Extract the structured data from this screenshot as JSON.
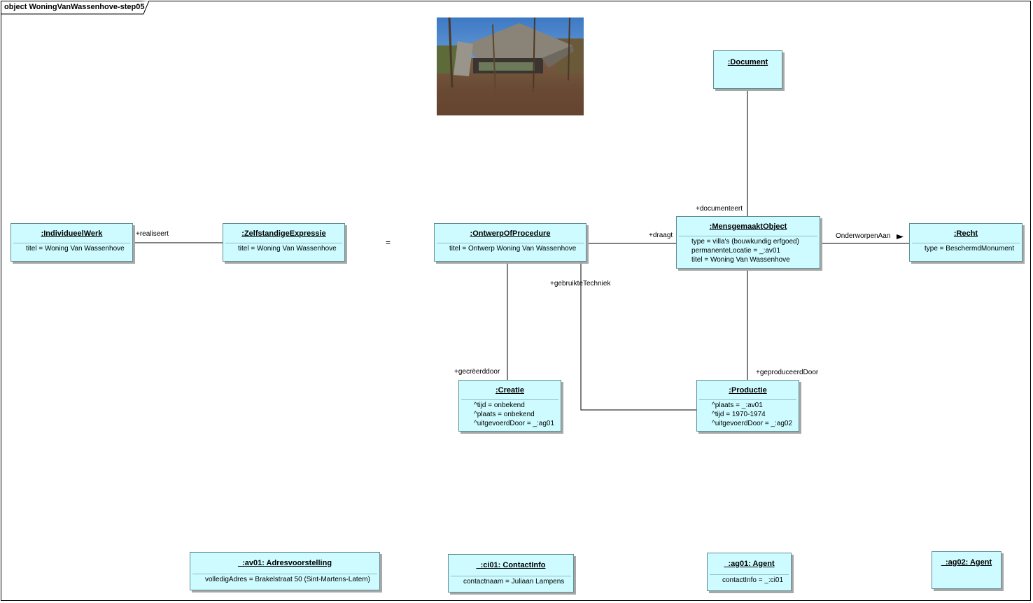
{
  "diagram": {
    "frame_title": "object WoningVanWassenhove-step05",
    "equals_sign": "="
  },
  "objects": {
    "individueelwerk": {
      "name": ":IndividueelWerk",
      "attrs": [
        "titel = Woning Van Wassenhove"
      ]
    },
    "zelfstandige": {
      "name": ":ZelfstandigeExpressie",
      "attrs": [
        "titel = Woning Van Wassenhove"
      ]
    },
    "ontwerp": {
      "name": ":OntwerpOfProcedure",
      "attrs": [
        "titel = Ontwerp Woning Van Wassenhove"
      ]
    },
    "mensgemaakt": {
      "name": ":MensgemaaktObject",
      "attrs": [
        "type = villa's (bouwkundig erfgoed)",
        "permanenteLocatie = _:av01",
        "titel = Woning Van Wassenhove"
      ]
    },
    "recht": {
      "name": ":Recht",
      "attrs": [
        "type = BeschermdMonument"
      ]
    },
    "document": {
      "name": ":Document",
      "attrs": []
    },
    "creatie": {
      "name": ":Creatie",
      "attrs": [
        "^tijd = onbekend",
        "^plaats = onbekend",
        "^uitgevoerdDoor = _:ag01"
      ]
    },
    "productie": {
      "name": ":Productie",
      "attrs": [
        "^plaats = _:av01",
        "^tijd = 1970-1974",
        "^uitgevoerdDoor = _:ag02"
      ]
    },
    "av01": {
      "name": "_:av01: Adresvoorstelling",
      "attrs": [
        "volledigAdres = Brakelstraat 50 (Sint-Martens-Latem)"
      ]
    },
    "ci01": {
      "name": "_:ci01: ContactInfo",
      "attrs": [
        "contactnaam = Juliaan Lampens"
      ]
    },
    "ag01": {
      "name": "_:ag01: Agent",
      "attrs": [
        "contactInfo = _:ci01"
      ]
    },
    "ag02": {
      "name": "_:ag02: Agent",
      "attrs": []
    }
  },
  "links": {
    "realiseert": "+realiseert",
    "draagt": "+draagt",
    "documenteert": "+documenteert",
    "onderworpen_aan": "OnderworpenAan",
    "gebruikte_techniek": "+gebruikteTechniek",
    "gecreeerd_door": "+gecrëerddoor",
    "geproduceerd_door": "+geproduceerdDoor"
  },
  "colors": {
    "object_fill": "#cdfbff",
    "object_border": "#5f8f92",
    "shadow": "#a7a7a7",
    "line": "#000000"
  },
  "icons": {
    "navigability_arrow": "filled-triangle-right"
  }
}
